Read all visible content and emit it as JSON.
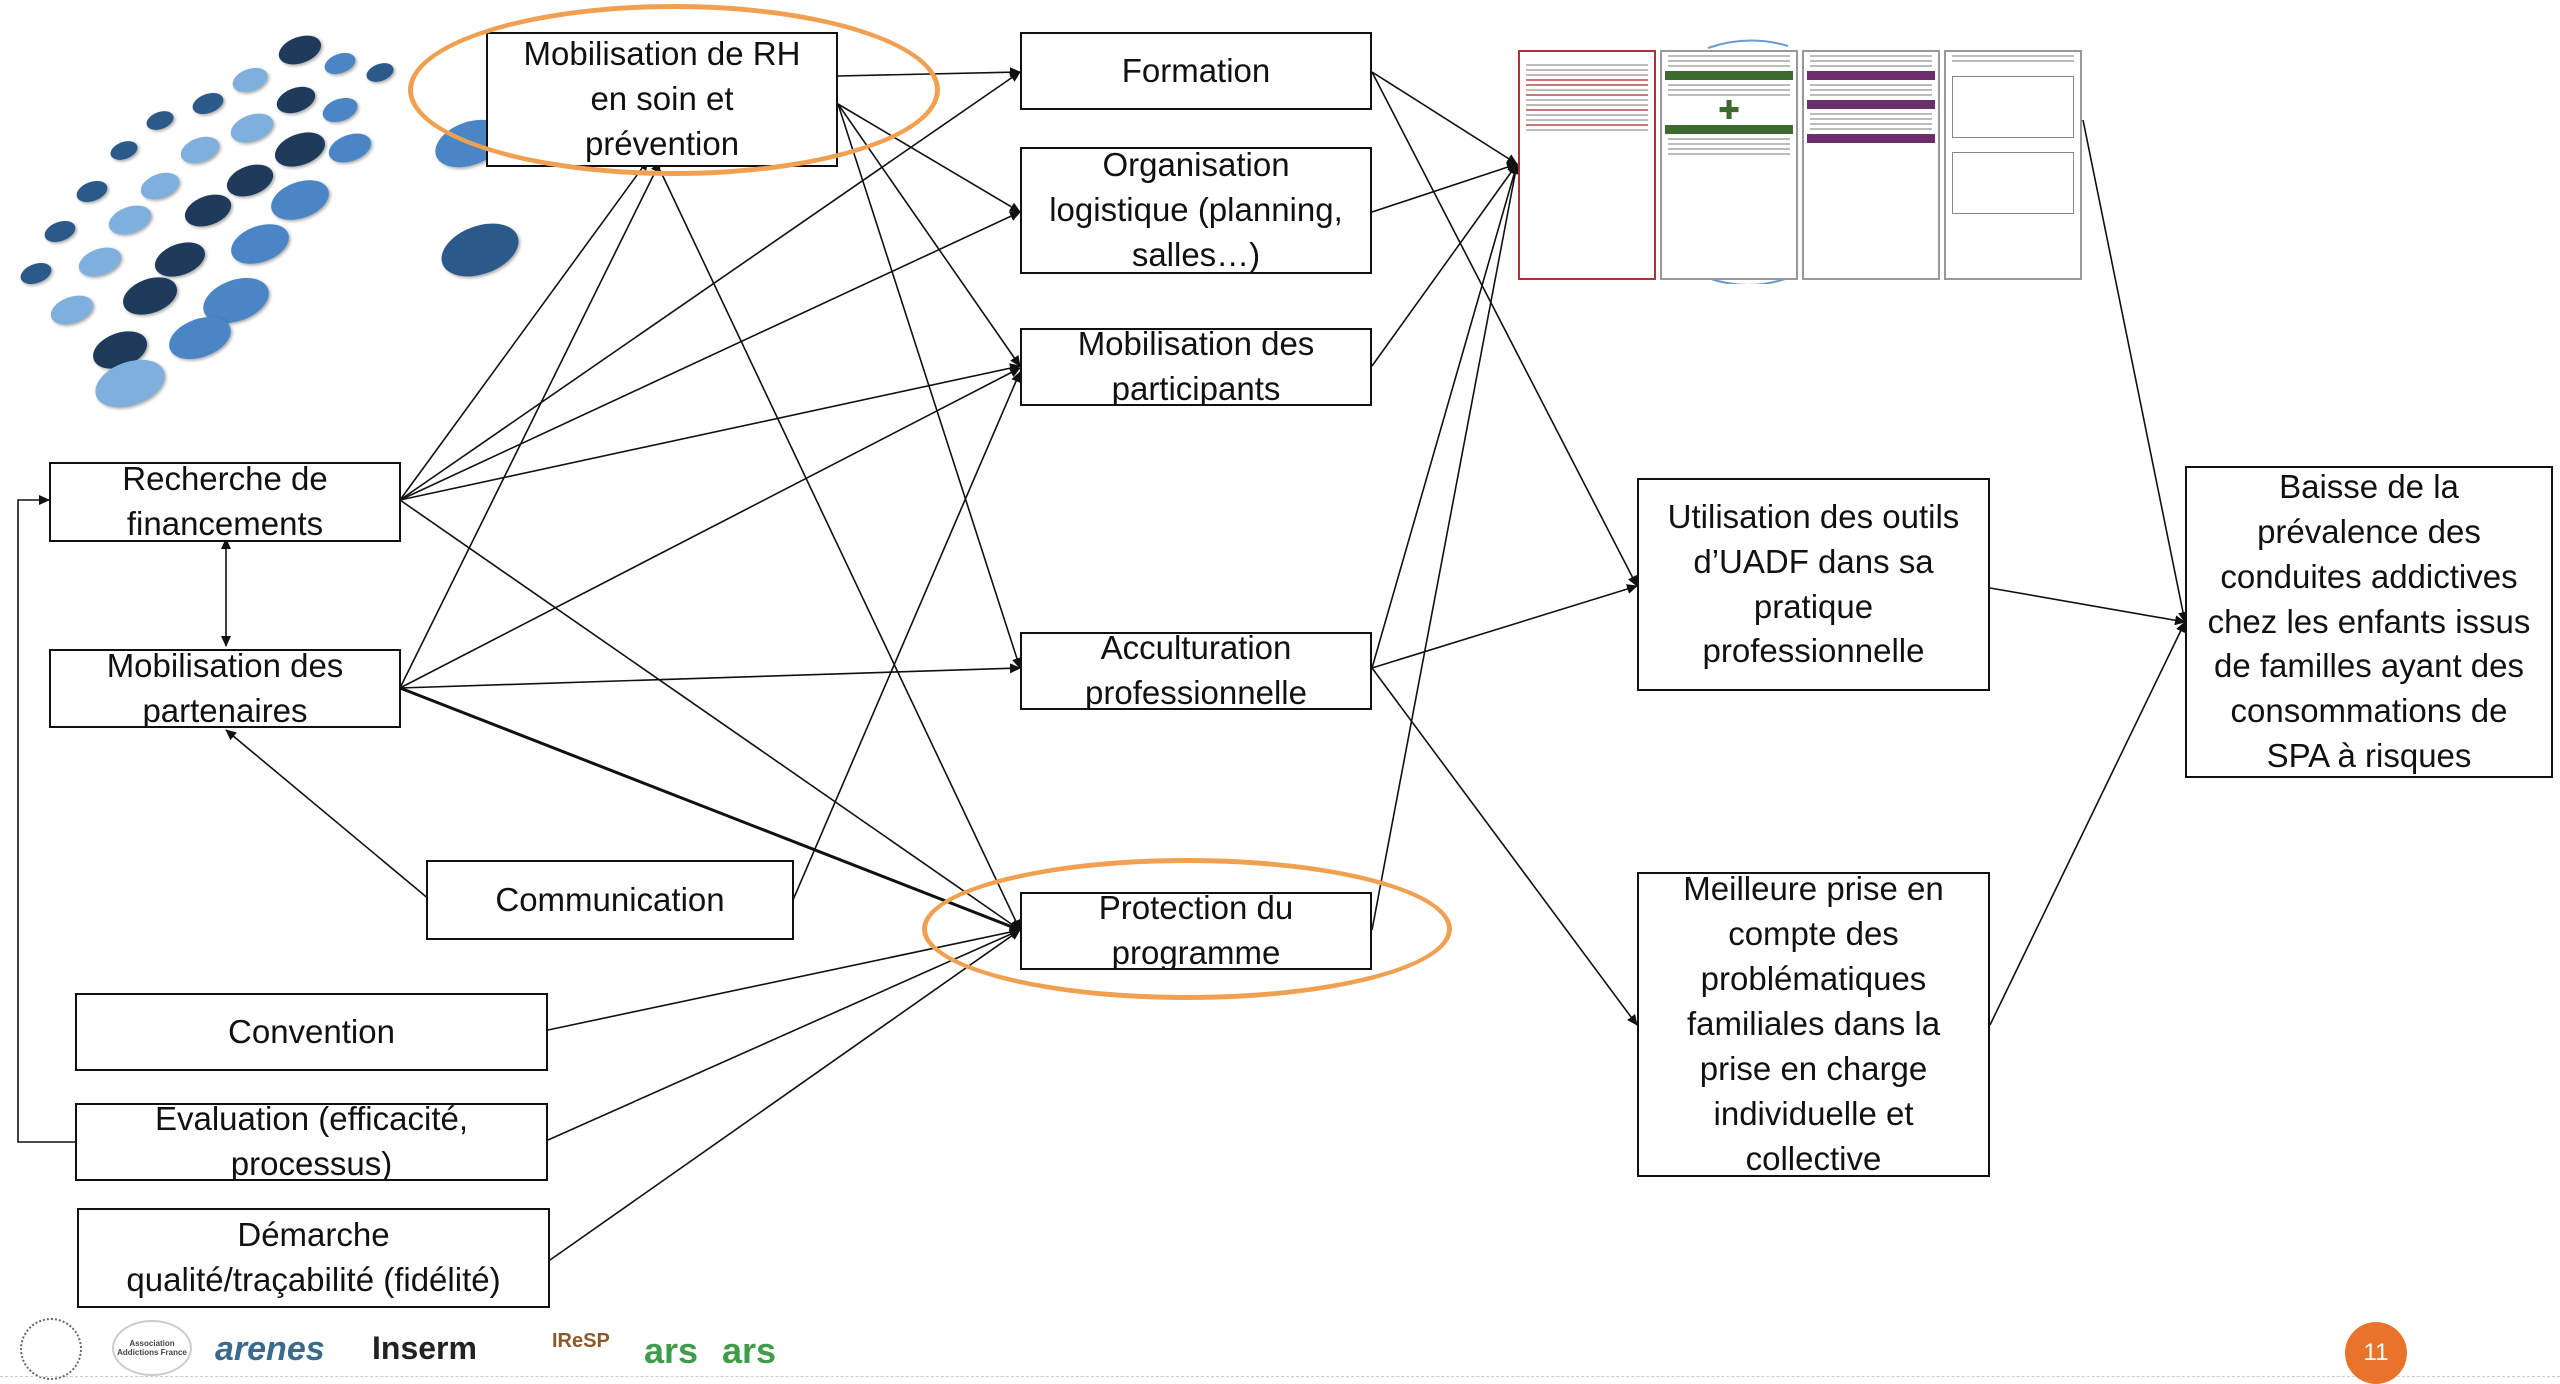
{
  "nodes": {
    "mobilisation_rh": {
      "lines": [
        "Mobilisation de RH",
        "en soin et",
        "prévention"
      ]
    },
    "formation": {
      "lines": [
        "Formation"
      ]
    },
    "organisation": {
      "lines": [
        "Organisation",
        "logistique (planning,",
        "salles…)"
      ]
    },
    "mobilisation_participants": {
      "lines": [
        "Mobilisation des",
        "participants"
      ]
    },
    "recherche_financements": {
      "lines": [
        "Recherche de",
        "financements"
      ]
    },
    "mobilisation_partenaires": {
      "lines": [
        "Mobilisation des",
        "partenaires"
      ]
    },
    "acculturation": {
      "lines": [
        "Acculturation",
        "professionnelle"
      ]
    },
    "communication": {
      "lines": [
        "Communication"
      ]
    },
    "protection": {
      "lines": [
        "Protection du",
        "programme"
      ]
    },
    "convention": {
      "lines": [
        "Convention"
      ]
    },
    "evaluation": {
      "lines": [
        "Evaluation (efficacité,",
        "processus)"
      ]
    },
    "demarche": {
      "lines": [
        "Démarche",
        "qualité/traçabilité (fidélité)"
      ]
    },
    "utilisation": {
      "lines": [
        "Utilisation des outils",
        "d’UADF dans sa",
        "pratique",
        "professionnelle"
      ]
    },
    "meilleure": {
      "lines": [
        "Meilleure prise en",
        "compte des",
        "problématiques",
        "familiales dans la",
        "prise en charge",
        "individuelle et",
        "collective"
      ]
    },
    "baisse": {
      "lines": [
        "Baisse de la",
        "prévalence des",
        "conduites addictives",
        "chez les enfants issus",
        "de familles ayant des",
        "consommations de",
        "SPA à risques"
      ]
    }
  },
  "footer": {
    "logos": [
      "Association Addictions France",
      "arenes",
      "Inserm",
      "IReSP",
      "ars",
      "ars"
    ],
    "page_number": "11"
  },
  "colors": {
    "highlight": "#f0a050",
    "page_badge": "#e8732a",
    "dots": [
      "#1f3b5c",
      "#4a86c5",
      "#2b5a8a",
      "#7fb0dd"
    ]
  }
}
